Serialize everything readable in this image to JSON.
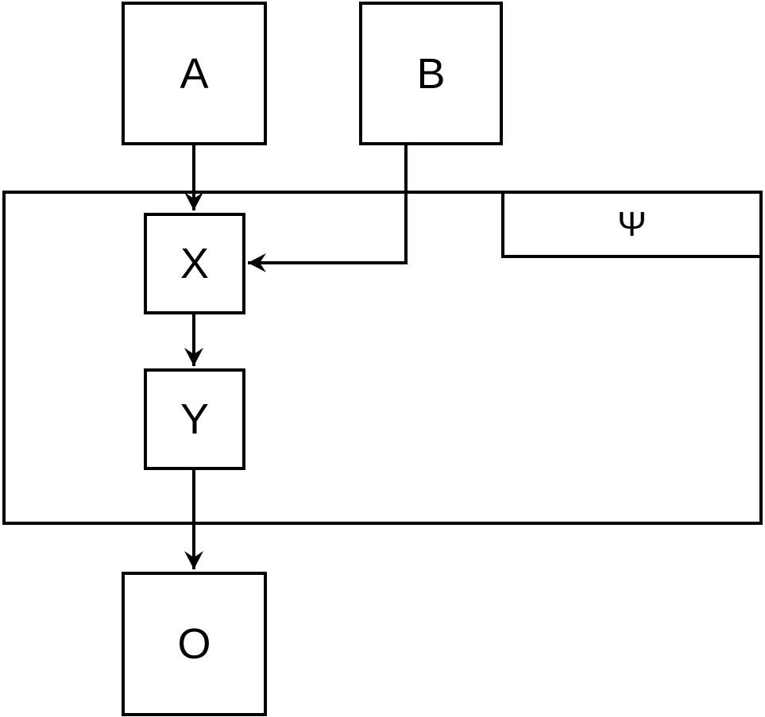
{
  "diagram": {
    "background_color": "#ffffff",
    "stroke_color": "#000000",
    "text_color": "#000000",
    "nodes": {
      "a": {
        "label": "A"
      },
      "b": {
        "label": "B"
      },
      "x": {
        "label": "X"
      },
      "y": {
        "label": "Y"
      },
      "o": {
        "label": "O"
      }
    },
    "container": {
      "title": "Ψ"
    },
    "edges": [
      {
        "from": "A",
        "to": "X",
        "style": "orthogonal-arrow"
      },
      {
        "from": "B",
        "to": "X",
        "style": "orthogonal-arrow"
      },
      {
        "from": "X",
        "to": "Y",
        "style": "orthogonal-arrow"
      },
      {
        "from": "Y",
        "to": "O",
        "style": "orthogonal-arrow"
      }
    ]
  }
}
